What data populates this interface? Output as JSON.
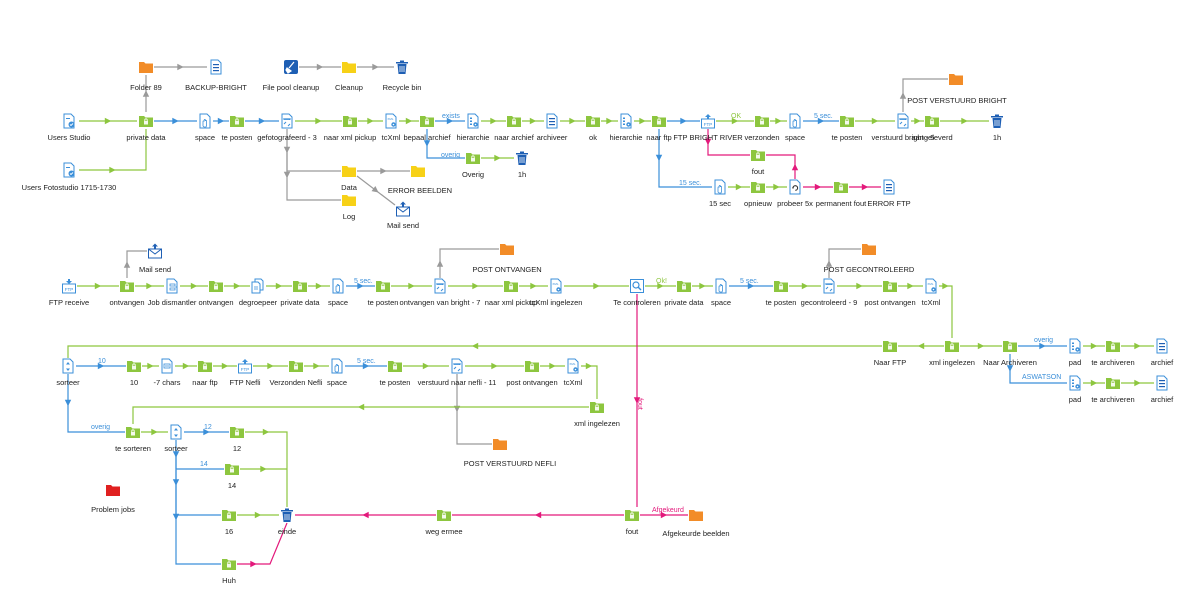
{
  "colors": {
    "green": "#8dc63f",
    "blue": "#3b8fd9",
    "pink": "#e3197b",
    "gray": "#9a9a9a",
    "orange": "#f28c28",
    "yellow": "#f7d117",
    "red": "#e02020",
    "darkblue": "#1e5fb4"
  },
  "nodes": [
    {
      "id": "users-studio",
      "label": "Users Studio",
      "icon": "document-user-icon"
    },
    {
      "id": "users-fotostudio",
      "label": "Users Fotostudio 1715-1730",
      "icon": "document-user-icon"
    },
    {
      "id": "private-data-1",
      "label": "private data",
      "icon": "folder-lock-icon"
    },
    {
      "id": "folder-89",
      "label": "Folder 89",
      "icon": "folder-icon"
    },
    {
      "id": "backup-bright",
      "label": "BACKUP-BRIGHT",
      "icon": "archive-icon"
    },
    {
      "id": "file-pool-cleanup",
      "label": "File pool cleanup",
      "icon": "broom-icon"
    },
    {
      "id": "cleanup",
      "label": "Cleanup",
      "icon": "folder-icon"
    },
    {
      "id": "recycle-bin",
      "label": "Recycle bin",
      "icon": "trash-icon"
    },
    {
      "id": "space-1",
      "label": "space",
      "icon": "hand-icon"
    },
    {
      "id": "te-posten-1",
      "label": "te posten",
      "icon": "folder-lock-icon"
    },
    {
      "id": "gefotografeerd-3",
      "label": "gefotografeerd - 3",
      "icon": "http-request-icon"
    },
    {
      "id": "naar-xml-pickup-1",
      "label": "naar xml pickup",
      "icon": "folder-lock-icon"
    },
    {
      "id": "tcxml-1",
      "label": "tcXml",
      "icon": "xml-gear-icon"
    },
    {
      "id": "bepaal-archief",
      "label": "bepaal archief",
      "icon": "folder-lock-icon"
    },
    {
      "id": "hierarchie-1",
      "label": "hierarchie",
      "icon": "hierarchy-gear-icon"
    },
    {
      "id": "naar-archief",
      "label": "naar archief",
      "icon": "folder-lock-icon"
    },
    {
      "id": "archiveer",
      "label": "archiveer",
      "icon": "archive-icon"
    },
    {
      "id": "ok",
      "label": "ok",
      "icon": "folder-lock-icon"
    },
    {
      "id": "hierarchie-2",
      "label": "hierarchie",
      "icon": "hierarchy-gear-icon"
    },
    {
      "id": "naar-ftp-1",
      "label": "naar ftp",
      "icon": "folder-lock-icon"
    },
    {
      "id": "ftp-bright-river",
      "label": "FTP BRIGHT RIVER",
      "icon": "ftp-send-icon"
    },
    {
      "id": "verzonden",
      "label": "verzonden",
      "icon": "folder-lock-icon"
    },
    {
      "id": "space-2",
      "label": "space",
      "icon": "hand-icon"
    },
    {
      "id": "te-posten-2",
      "label": "te posten",
      "icon": "folder-lock-icon"
    },
    {
      "id": "verstuurd-bright-5",
      "label": "verstuurd bright - 5",
      "icon": "http-request-icon"
    },
    {
      "id": "post-verstuurd-bright",
      "label": "POST VERSTUURD BRIGHT",
      "icon": "folder-icon"
    },
    {
      "id": "aangeleverd",
      "label": "aangeleverd",
      "icon": "folder-lock-icon"
    },
    {
      "id": "1h-1",
      "label": "1h",
      "icon": "trash-icon"
    },
    {
      "id": "overig-1",
      "label": "Overig",
      "icon": "folder-lock-icon"
    },
    {
      "id": "1h-2",
      "label": "1h",
      "icon": "trash-icon"
    },
    {
      "id": "data",
      "label": "Data",
      "icon": "folder-icon"
    },
    {
      "id": "error-beelden",
      "label": "ERROR BEELDEN",
      "icon": "folder-icon"
    },
    {
      "id": "log",
      "label": "Log",
      "icon": "folder-icon"
    },
    {
      "id": "mail-send-1",
      "label": "Mail send",
      "icon": "mail-send-icon"
    },
    {
      "id": "fout-1",
      "label": "fout",
      "icon": "folder-lock-icon"
    },
    {
      "id": "15-sec",
      "label": "15 sec",
      "icon": "hand-icon"
    },
    {
      "id": "opnieuw",
      "label": "opnieuw",
      "icon": "folder-lock-icon"
    },
    {
      "id": "probeer-5x",
      "label": "probeer 5x",
      "icon": "retry-icon"
    },
    {
      "id": "permanent-fout",
      "label": "permanent fout",
      "icon": "folder-lock-icon"
    },
    {
      "id": "error-ftp",
      "label": "ERROR FTP",
      "icon": "archive-icon"
    },
    {
      "id": "ftp-receive",
      "label": "FTP receive",
      "icon": "ftp-receive-icon"
    },
    {
      "id": "mail-send-2",
      "label": "Mail send",
      "icon": "mail-send-icon"
    },
    {
      "id": "ontvangen-1",
      "label": "ontvangen",
      "icon": "folder-lock-icon"
    },
    {
      "id": "job-dismantler",
      "label": "Job dismantler",
      "icon": "dismantle-icon"
    },
    {
      "id": "ontvangen-2",
      "label": "ontvangen",
      "icon": "folder-lock-icon"
    },
    {
      "id": "degroepeer",
      "label": "degroepeer",
      "icon": "ungroup-icon"
    },
    {
      "id": "private-data-2",
      "label": "private data",
      "icon": "folder-lock-icon"
    },
    {
      "id": "space-3",
      "label": "space",
      "icon": "hand-icon"
    },
    {
      "id": "te-posten-3",
      "label": "te posten",
      "icon": "folder-lock-icon"
    },
    {
      "id": "ontvangen-van-bright-7",
      "label": "ontvangen van bright - 7",
      "icon": "http-request-icon"
    },
    {
      "id": "post-ontvangen-1",
      "label": "POST ONTVANGEN",
      "icon": "folder-icon"
    },
    {
      "id": "naar-xml-pickup-2",
      "label": "naar xml pickup",
      "icon": "folder-lock-icon"
    },
    {
      "id": "tcxml-ingelezen",
      "label": "tcXml ingelezen",
      "icon": "xml-gear-icon"
    },
    {
      "id": "te-controleren",
      "label": "Te controleren",
      "icon": "inspect-icon"
    },
    {
      "id": "private-data-3",
      "label": "private data",
      "icon": "folder-lock-icon"
    },
    {
      "id": "space-4",
      "label": "space",
      "icon": "hand-icon"
    },
    {
      "id": "te-posten-4",
      "label": "te posten",
      "icon": "folder-lock-icon"
    },
    {
      "id": "gecontroleerd-9",
      "label": "gecontroleerd - 9",
      "icon": "http-request-icon"
    },
    {
      "id": "post-gecontroleerd",
      "label": "POST GECONTROLEERD",
      "icon": "folder-icon"
    },
    {
      "id": "post-ontvangen-2",
      "label": "post ontvangen",
      "icon": "folder-lock-icon"
    },
    {
      "id": "tcxml-2",
      "label": "tcXml",
      "icon": "xml-gear-icon"
    },
    {
      "id": "naar-ftp-2",
      "label": "Naar FTP",
      "icon": "folder-lock-icon"
    },
    {
      "id": "xml-ingelezen-1",
      "label": "xml ingelezen",
      "icon": "folder-lock-icon"
    },
    {
      "id": "naar-archiveren",
      "label": "Naar Archiveren",
      "icon": "folder-lock-icon"
    },
    {
      "id": "pad-1",
      "label": "pad",
      "icon": "hierarchy-gear-icon"
    },
    {
      "id": "te-archiveren-1",
      "label": "te archiveren",
      "icon": "folder-lock-icon"
    },
    {
      "id": "archief-1",
      "label": "archief",
      "icon": "archive-icon"
    },
    {
      "id": "pad-2",
      "label": "pad",
      "icon": "hierarchy-gear-icon"
    },
    {
      "id": "te-archiveren-2",
      "label": "te archiveren",
      "icon": "folder-lock-icon"
    },
    {
      "id": "archief-2",
      "label": "archief",
      "icon": "archive-icon"
    },
    {
      "id": "sorteer-1",
      "label": "sorteer",
      "icon": "sort-icon"
    },
    {
      "id": "10",
      "label": "10",
      "icon": "folder-lock-icon"
    },
    {
      "id": "7-chars",
      "label": "-7 chars",
      "icon": "rename-icon"
    },
    {
      "id": "naar-ftp-3",
      "label": "naar ftp",
      "icon": "folder-lock-icon"
    },
    {
      "id": "ftp-nefli",
      "label": "FTP Nefli",
      "icon": "ftp-send-icon"
    },
    {
      "id": "verzonden-nefli",
      "label": "Verzonden Nefli",
      "icon": "folder-lock-icon"
    },
    {
      "id": "space-5",
      "label": "space",
      "icon": "hand-icon"
    },
    {
      "id": "te-posten-5",
      "label": "te posten",
      "icon": "folder-lock-icon"
    },
    {
      "id": "verstuurd-naar-nefli-11",
      "label": "verstuurd naar nefli - 11",
      "icon": "http-request-icon"
    },
    {
      "id": "post-ontvangen-3",
      "label": "post ontvangen",
      "icon": "folder-lock-icon"
    },
    {
      "id": "tcxml-3",
      "label": "tcXml",
      "icon": "xml-gear-icon"
    },
    {
      "id": "xml-ingelezen-2",
      "label": "xml ingelezen",
      "icon": "folder-lock-icon"
    },
    {
      "id": "post-verstuurd-nefli",
      "label": "POST VERSTUURD NEFLI",
      "icon": "folder-icon"
    },
    {
      "id": "te-sorteren",
      "label": "te sorteren",
      "icon": "folder-lock-icon"
    },
    {
      "id": "sorteer-2",
      "label": "sorteer",
      "icon": "sort-icon"
    },
    {
      "id": "12",
      "label": "12",
      "icon": "folder-lock-icon"
    },
    {
      "id": "14",
      "label": "14",
      "icon": "folder-lock-icon"
    },
    {
      "id": "16",
      "label": "16",
      "icon": "folder-lock-icon"
    },
    {
      "id": "einde",
      "label": "einde",
      "icon": "trash-icon"
    },
    {
      "id": "weg-ermee",
      "label": "weg ermee",
      "icon": "folder-lock-icon"
    },
    {
      "id": "fout-2",
      "label": "fout",
      "icon": "folder-lock-icon"
    },
    {
      "id": "afgekeurde-beelden",
      "label": "Afgekeurde beelden",
      "icon": "folder-icon"
    },
    {
      "id": "huh",
      "label": "Huh",
      "icon": "folder-lock-icon"
    },
    {
      "id": "problem-jobs",
      "label": "Problem jobs",
      "icon": "folder-icon"
    }
  ],
  "flow_labels": [
    {
      "id": "exists",
      "text": "exists",
      "color": "blue"
    },
    {
      "id": "overig-a",
      "text": "overig",
      "color": "blue"
    },
    {
      "id": "ok",
      "text": "OK",
      "color": "green"
    },
    {
      "id": "5-sec-a",
      "text": "5 sec.",
      "color": "blue"
    },
    {
      "id": "15-sec",
      "text": "15 sec.",
      "color": "blue"
    },
    {
      "id": "5-sec-b",
      "text": "5 sec.",
      "color": "blue"
    },
    {
      "id": "ok-b",
      "text": "Ok!",
      "color": "green"
    },
    {
      "id": "5-sec-c",
      "text": "5 sec.",
      "color": "blue"
    },
    {
      "id": "overig-b",
      "text": "overig",
      "color": "blue"
    },
    {
      "id": "aswatson",
      "text": "ASWATSON",
      "color": "blue"
    },
    {
      "id": "10",
      "text": "10",
      "color": "blue"
    },
    {
      "id": "5-sec-d",
      "text": "5 sec.",
      "color": "blue"
    },
    {
      "id": "overig-c",
      "text": "overig",
      "color": "blue"
    },
    {
      "id": "12",
      "text": "12",
      "color": "blue"
    },
    {
      "id": "14",
      "text": "14",
      "color": "blue"
    },
    {
      "id": "afgekeurd",
      "text": "Afgekeurd",
      "color": "pink"
    },
    {
      "id": "fout-vertical",
      "text": "fout",
      "color": "pink"
    }
  ]
}
